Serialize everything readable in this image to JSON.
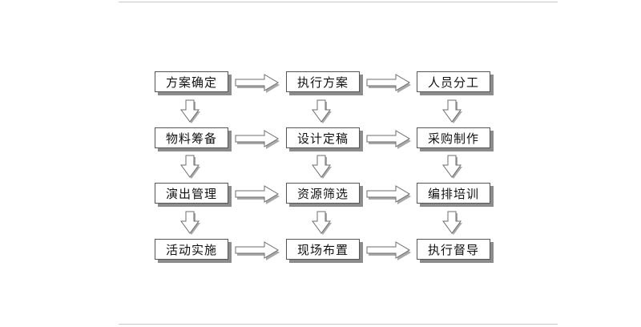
{
  "flowchart": {
    "columns": [
      {
        "steps": [
          "方案确定",
          "物料筹备",
          "演出管理",
          "活动实施"
        ]
      },
      {
        "steps": [
          "执行方案",
          "设计定稿",
          "资源筛选",
          "现场布置"
        ]
      },
      {
        "steps": [
          "人员分工",
          "采购制作",
          "编排培训",
          "执行督导"
        ]
      }
    ]
  },
  "colors": {
    "box_border": "#555555",
    "box_shadow": "#8c8c8c",
    "arrow_fill": "#ffffff",
    "arrow_stroke": "#6e6e6e",
    "arrow_shadow": "#a8a8a8"
  }
}
